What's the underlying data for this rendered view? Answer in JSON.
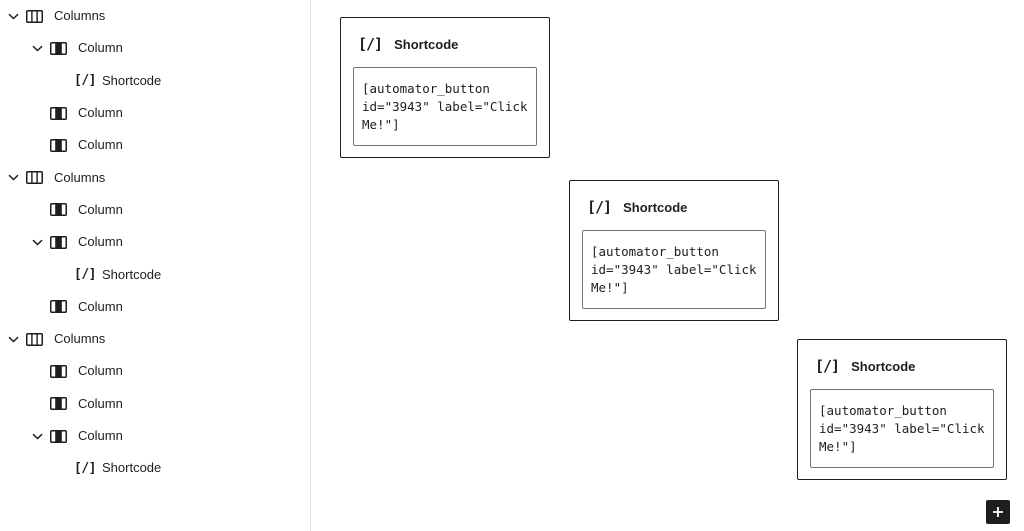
{
  "icons": {
    "shortcode_glyph": "[/]",
    "appender_glyph": "+"
  },
  "list_view": {
    "rows": [
      {
        "label": "Columns",
        "icon": "columns-icon",
        "level": 0,
        "expanded": true
      },
      {
        "label": "Column",
        "icon": "column-icon",
        "level": 1,
        "expanded": true
      },
      {
        "label": "Shortcode",
        "icon": "shortcode-icon",
        "level": 2,
        "expanded": false
      },
      {
        "label": "Column",
        "icon": "column-icon",
        "level": 1,
        "expanded": false
      },
      {
        "label": "Column",
        "icon": "column-icon",
        "level": 1,
        "expanded": false
      },
      {
        "label": "Columns",
        "icon": "columns-icon",
        "level": 0,
        "expanded": true
      },
      {
        "label": "Column",
        "icon": "column-icon",
        "level": 1,
        "expanded": false
      },
      {
        "label": "Column",
        "icon": "column-icon",
        "level": 1,
        "expanded": true
      },
      {
        "label": "Shortcode",
        "icon": "shortcode-icon",
        "level": 2,
        "expanded": false
      },
      {
        "label": "Column",
        "icon": "column-icon",
        "level": 1,
        "expanded": false
      },
      {
        "label": "Columns",
        "icon": "columns-icon",
        "level": 0,
        "expanded": true
      },
      {
        "label": "Column",
        "icon": "column-icon",
        "level": 1,
        "expanded": false
      },
      {
        "label": "Column",
        "icon": "column-icon",
        "level": 1,
        "expanded": false
      },
      {
        "label": "Column",
        "icon": "column-icon",
        "level": 1,
        "expanded": true
      },
      {
        "label": "Shortcode",
        "icon": "shortcode-icon",
        "level": 2,
        "expanded": false
      }
    ]
  },
  "canvas": {
    "blocks": [
      {
        "title": "Shortcode",
        "code": "[automator_button\nid=\"3943\" label=\"Click\nMe!\"]"
      },
      {
        "title": "Shortcode",
        "code": "[automator_button\nid=\"3943\" label=\"Click\nMe!\"]"
      },
      {
        "title": "Shortcode",
        "code": "[automator_button\nid=\"3943\" label=\"Click\nMe!\"]"
      }
    ]
  },
  "colors": {
    "text": "#1e1e1e",
    "block_border": "#1e1e1e",
    "field_border": "#757575",
    "panel_divider": "#e0e0e0",
    "appender_bg": "#1e1e1e",
    "appender_fg": "#ffffff",
    "background": "#ffffff"
  }
}
